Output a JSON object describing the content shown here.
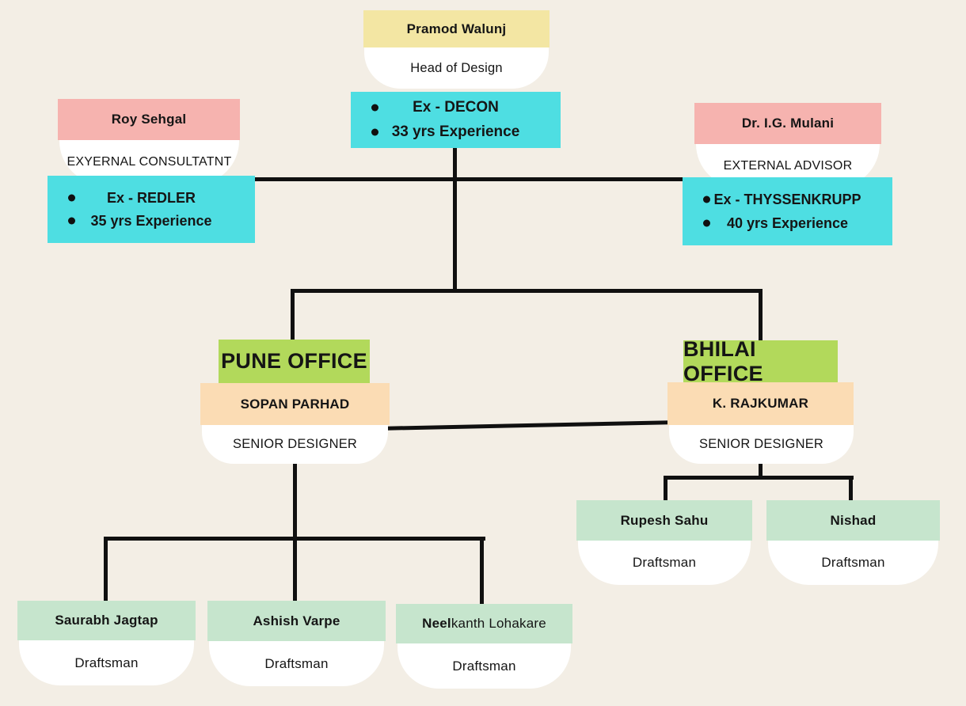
{
  "title": "Design department organization chart",
  "palette": {
    "background": "#F3EEE5",
    "experience_cyan": "#4EDEE2",
    "head_yellow": "#F3E6A3",
    "external_pink": "#F6B3AF",
    "office_lime": "#B2D95B",
    "manager_peach": "#FBDCB4",
    "staff_mint": "#C6E5CD",
    "card_white": "#FFFFFF",
    "connector_black": "#101010"
  },
  "nodes": {
    "head": {
      "name": "Pramod Walunj",
      "role": "Head of Design",
      "experience": [
        "Ex - DECON",
        "33 yrs Experience"
      ]
    },
    "external_left": {
      "name": "Roy Sehgal",
      "role": "EXYERNAL CONSULTATNT",
      "experience": [
        "Ex - REDLER",
        "35 yrs Experience"
      ]
    },
    "external_right": {
      "name": "Dr. I.G. Mulani",
      "role": "EXTERNAL ADVISOR",
      "experience": [
        "Ex - THYSSENKRUPP",
        "40 yrs Experience"
      ]
    },
    "pune": {
      "office": "PUNE OFFICE",
      "manager": "SOPAN PARHAD",
      "manager_role": "SENIOR DESIGNER"
    },
    "bhilai": {
      "office": "BHILAI OFFICE",
      "manager": "K. RAJKUMAR",
      "manager_role": "SENIOR DESIGNER"
    },
    "pune_staff": [
      {
        "name": "Saurabh Jagtap",
        "role": "Draftsman"
      },
      {
        "name": "Ashish Varpe",
        "role": "Draftsman"
      },
      {
        "name_bold": "Neel",
        "name_rest": "kanth Lohakare",
        "role": "Draftsman"
      }
    ],
    "bhilai_staff": [
      {
        "name": "Rupesh Sahu",
        "role": "Draftsman"
      },
      {
        "name": "Nishad",
        "role": "Draftsman"
      }
    ]
  }
}
